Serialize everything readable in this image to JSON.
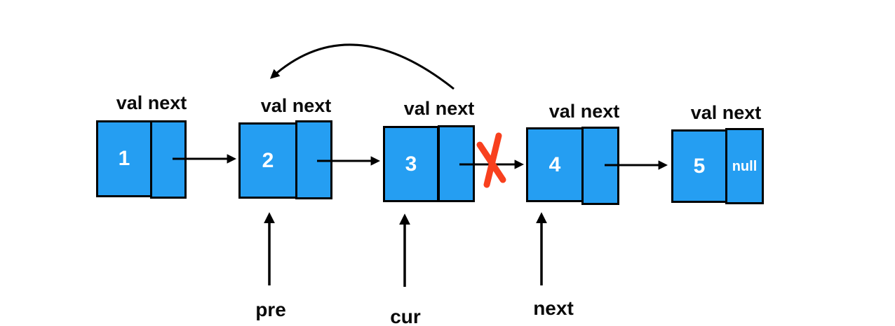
{
  "nodes": [
    {
      "header": "val next",
      "val": "1",
      "next": ""
    },
    {
      "header": "val next",
      "val": "2",
      "next": ""
    },
    {
      "header": "val next",
      "val": "3",
      "next": ""
    },
    {
      "header": "val next",
      "val": "4",
      "next": ""
    },
    {
      "header": "val next",
      "val": "5",
      "next": "null"
    }
  ],
  "pointers": [
    {
      "label": "pre"
    },
    {
      "label": "cur"
    },
    {
      "label": "next"
    }
  ],
  "colors": {
    "node_fill": "#259EF2",
    "outline": "#000000",
    "cross_red": "#F8401E"
  }
}
